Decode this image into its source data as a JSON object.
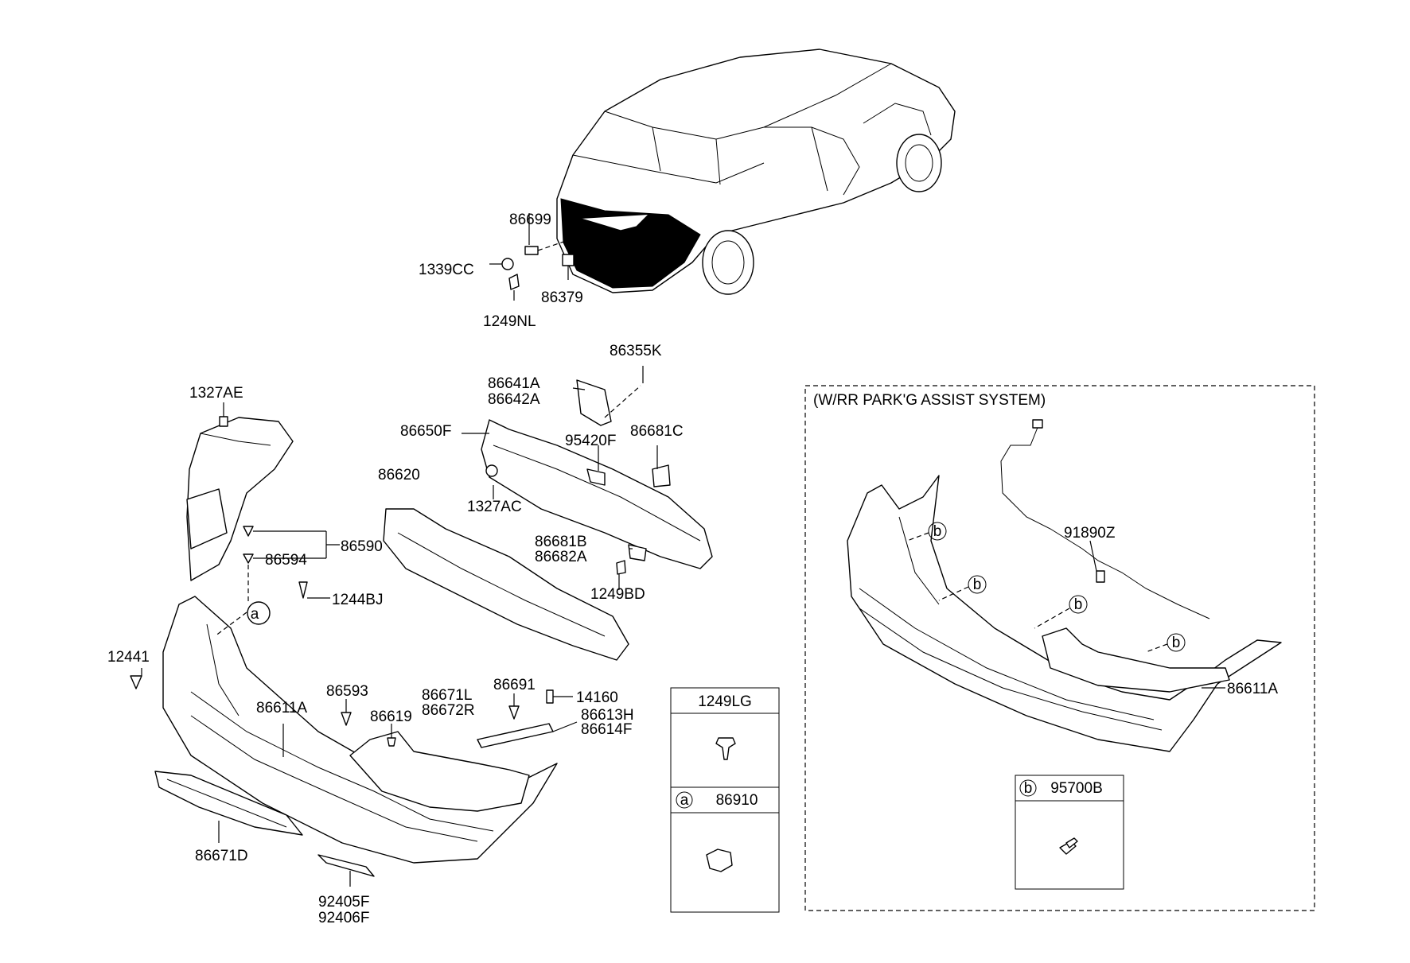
{
  "callouts": {
    "p86699": "86699",
    "p1339CC": "1339CC",
    "p86379": "86379",
    "p1249NL": "1249NL",
    "p86355K": "86355K",
    "p86641A": "86641A",
    "p86642A": "86642A",
    "p86650F": "86650F",
    "p95420F": "95420F",
    "p86681C": "86681C",
    "p86620": "86620",
    "p1327AC": "1327AC",
    "p86681B": "86681B",
    "p86682A": "86682A",
    "p1249BD": "1249BD",
    "p1327AE": "1327AE",
    "p86590": "86590",
    "p86594": "86594",
    "p1244BJ": "1244BJ",
    "p12441": "12441",
    "p86593": "86593",
    "p86611A": "86611A",
    "p86619": "86619",
    "p86671L": "86671L",
    "p86672R": "86672R",
    "p86691": "86691",
    "p14160": "14160",
    "p86613H": "86613H",
    "p86614F": "86614F",
    "p86671D": "86671D",
    "p92405F": "92405F",
    "p92406F": "92406F",
    "p91890Z": "91890Z",
    "p86611A_park": "86611A"
  },
  "circle_letters": {
    "a": "a",
    "b": "b"
  },
  "park_assist_box": {
    "title": "(W/RR PARK'G ASSIST SYSTEM)"
  },
  "legend_table": {
    "row1_label": "1249LG",
    "row2_letter": "a",
    "row2_label": "86910"
  },
  "legend_b": {
    "letter": "b",
    "label": "95700B"
  }
}
